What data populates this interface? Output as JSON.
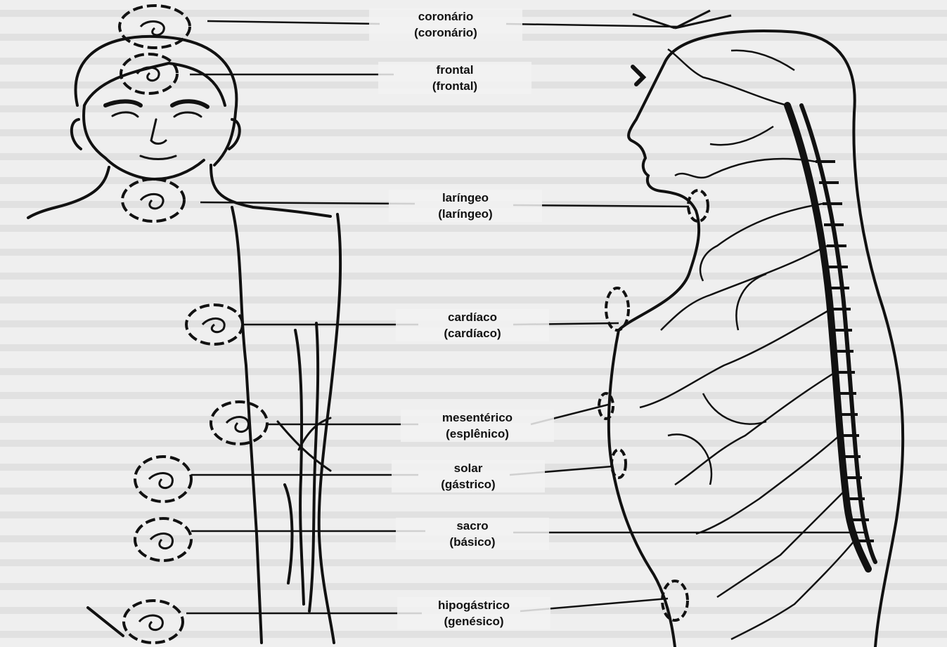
{
  "chakras": [
    {
      "name": "coronário",
      "alt": "(coronário)"
    },
    {
      "name": "frontal",
      "alt": "(frontal)"
    },
    {
      "name": "laríngeo",
      "alt": "(laríngeo)"
    },
    {
      "name": "cardíaco",
      "alt": "(cardíaco)"
    },
    {
      "name": "mesentérico",
      "alt": "(esplênico)"
    },
    {
      "name": "solar",
      "alt": "(gástrico)"
    },
    {
      "name": "sacro",
      "alt": "(básico)"
    },
    {
      "name": "hipogástrico",
      "alt": "(genésico)"
    }
  ],
  "colors": {
    "ink": "#111111",
    "paper": "#f2f2f2",
    "bleed_text": "#b8b8b8"
  }
}
